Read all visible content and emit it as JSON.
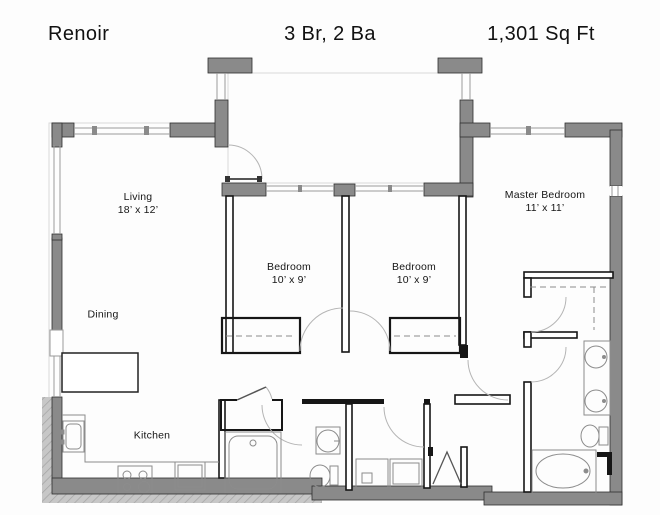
{
  "header": {
    "plan_name": "Renoir",
    "bed_bath": "3 Br, 2 Ba",
    "area": "1,301 Sq Ft"
  },
  "rooms": {
    "living": {
      "name": "Living",
      "dims": "18’ x 12’"
    },
    "dining": {
      "name": "Dining"
    },
    "kitchen": {
      "name": "Kitchen"
    },
    "bedroom1": {
      "name": "Bedroom",
      "dims": "10’ x 9’"
    },
    "bedroom2": {
      "name": "Bedroom",
      "dims": "10’ x 9’"
    },
    "master": {
      "name": "Master Bedroom",
      "dims": "11’ x 11’"
    }
  },
  "colors": {
    "background": "#fdfdfd",
    "exterior_wall_fill": "#8a8a8a",
    "exterior_wall_outline": "#2e2e2e",
    "interior_wall": "#161616",
    "window_line": "#9a9a9a",
    "door_arc": "#b5b5b5",
    "fixture_line": "#8c8c8c",
    "text": "#111111"
  }
}
